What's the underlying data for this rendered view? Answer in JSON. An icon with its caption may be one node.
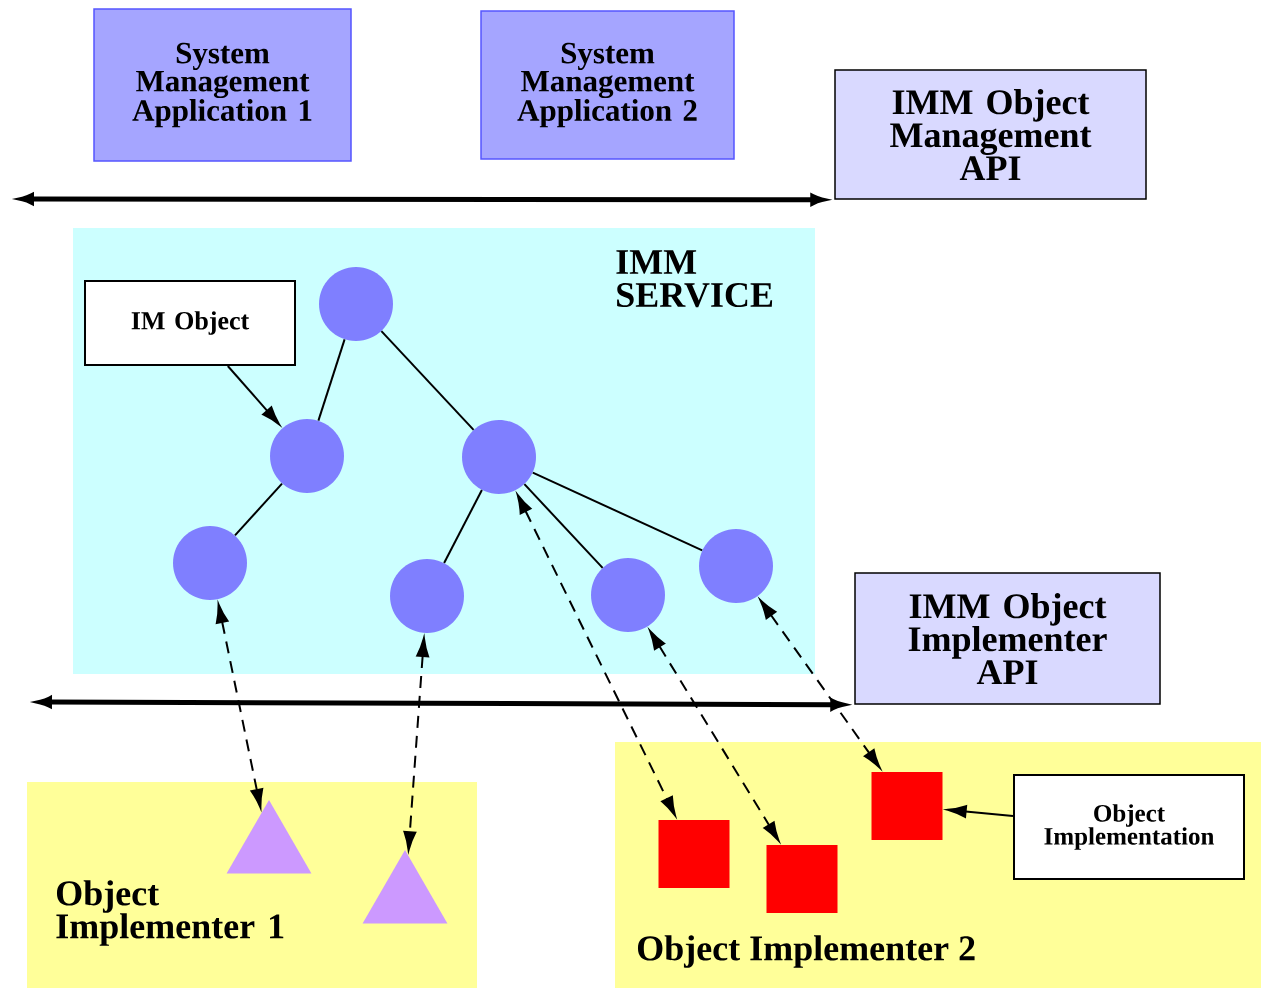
{
  "diagram": {
    "nodes": [
      {
        "text": [
          "System Management Application 1"
        ]
      },
      {
        "text": [
          "System Management Application 2"
        ]
      },
      {
        "text": [
          "IMM Object Management API"
        ]
      },
      {
        "text": [
          "IMM SERVICE"
        ]
      },
      {
        "text": [
          "IM Object"
        ],
        "in": 3
      },
      {
        "text": [],
        "shape": "circle",
        "in": 3
      },
      {
        "text": [],
        "shape": "circle",
        "in": 3
      },
      {
        "text": [],
        "shape": "circle",
        "in": 3
      },
      {
        "text": [],
        "shape": "circle",
        "in": 3
      },
      {
        "text": [],
        "shape": "circle",
        "in": 3
      },
      {
        "text": [],
        "shape": "circle",
        "in": 3
      },
      {
        "text": [],
        "shape": "circle",
        "in": 3
      },
      {
        "text": [
          "IMM Object Implementer API"
        ]
      },
      {
        "text": [
          "Object Implementer 1"
        ]
      },
      {
        "text": [],
        "shape": "triangle",
        "in": 13
      },
      {
        "text": [],
        "shape": "triangle",
        "in": 13
      },
      {
        "text": [
          "Object Implementer 2"
        ]
      },
      {
        "text": [],
        "shape": "box",
        "in": 16
      },
      {
        "text": [],
        "shape": "box",
        "in": 16
      },
      {
        "text": [],
        "shape": "box",
        "in": 16
      },
      {
        "text": [
          "Object Implementation"
        ],
        "in": 16
      }
    ],
    "edges": [
      {
        "from": null,
        "to": 2,
        "arrow": "both",
        "style": "thick"
      },
      {
        "from": 5,
        "to": 6,
        "arrow": "none"
      },
      {
        "from": 5,
        "to": 7,
        "arrow": "none"
      },
      {
        "from": 6,
        "to": 8,
        "arrow": "none"
      },
      {
        "from": 7,
        "to": 9,
        "arrow": "none"
      },
      {
        "from": 7,
        "to": 10,
        "arrow": "none"
      },
      {
        "from": 7,
        "to": 11,
        "arrow": "none"
      },
      {
        "from": 4,
        "to": 6,
        "arrow": "to"
      },
      {
        "from": null,
        "to": 12,
        "arrow": "both",
        "style": "thick"
      },
      {
        "from": 8,
        "to": 14,
        "arrow": "both",
        "style": "dashed"
      },
      {
        "from": 9,
        "to": 15,
        "arrow": "both",
        "style": "dashed"
      },
      {
        "from": 7,
        "to": 17,
        "arrow": "both",
        "style": "dashed"
      },
      {
        "from": 10,
        "to": 18,
        "arrow": "both",
        "style": "dashed"
      },
      {
        "from": 11,
        "to": 19,
        "arrow": "both",
        "style": "dashed"
      },
      {
        "from": 20,
        "to": 19,
        "arrow": "to"
      }
    ]
  }
}
